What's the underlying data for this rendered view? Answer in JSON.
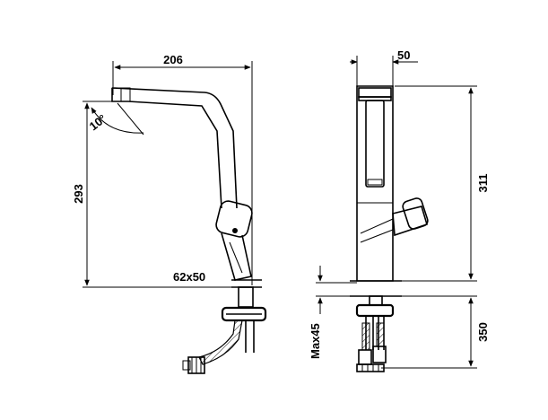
{
  "drawing": {
    "side_view": {
      "width_label": "206",
      "height_label": "293",
      "angle_label": "10°",
      "hole_label": "62x50"
    },
    "front_view": {
      "width_label": "50",
      "height_label": "311",
      "hose_label": "350",
      "max_label": "Max45"
    }
  }
}
